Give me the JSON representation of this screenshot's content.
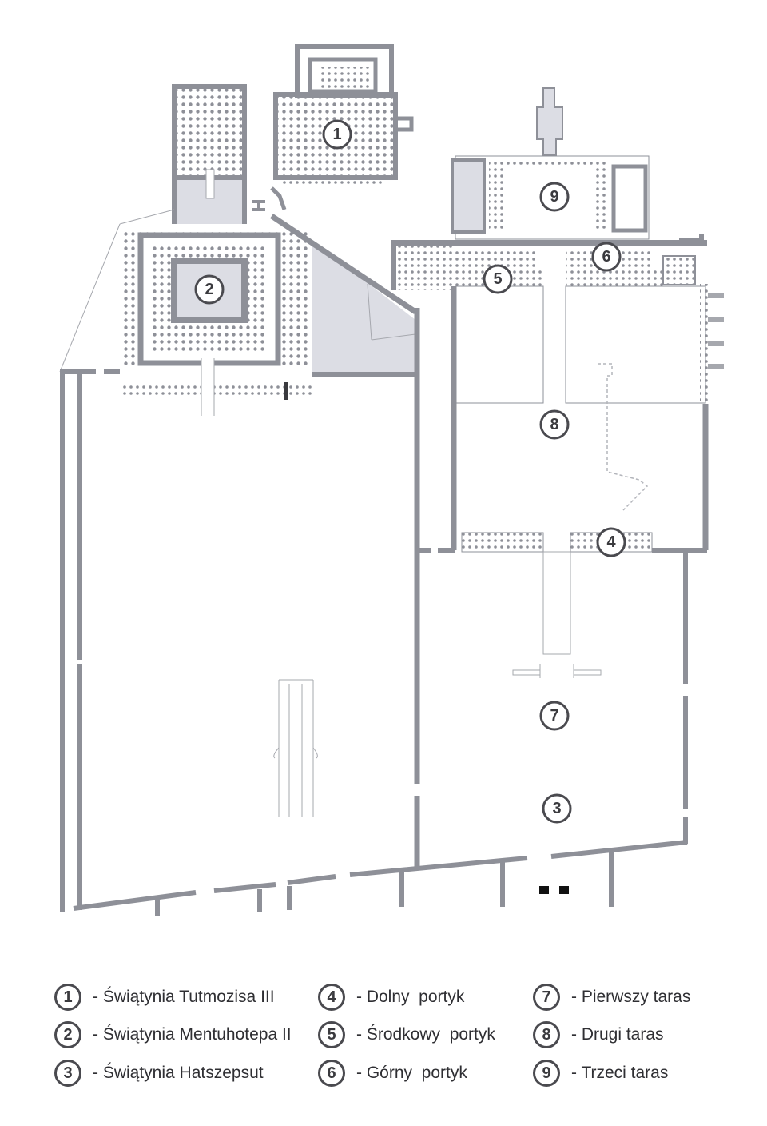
{
  "colors": {
    "wall": "#8e9098",
    "shade": "#dcdde4",
    "marker_stroke": "#4a4a4f",
    "text": "#2f2f33"
  },
  "markers": [
    {
      "id": "1",
      "label": "1"
    },
    {
      "id": "2",
      "label": "2"
    },
    {
      "id": "3",
      "label": "3"
    },
    {
      "id": "4",
      "label": "4"
    },
    {
      "id": "5",
      "label": "5"
    },
    {
      "id": "6",
      "label": "6"
    },
    {
      "id": "7",
      "label": "7"
    },
    {
      "id": "8",
      "label": "8"
    },
    {
      "id": "9",
      "label": "9"
    }
  ],
  "legend": [
    {
      "num": "1",
      "text": "- Świątynia Tutmozisa III"
    },
    {
      "num": "2",
      "text": "- Świątynia Mentuhotepa II"
    },
    {
      "num": "3",
      "text": "- Świątynia Hatszepsut"
    },
    {
      "num": "4",
      "text": "- Dolny  portyk"
    },
    {
      "num": "5",
      "text": "- Środkowy  portyk"
    },
    {
      "num": "6",
      "text": "- Górny  portyk"
    },
    {
      "num": "7",
      "text": "- Pierwszy taras"
    },
    {
      "num": "8",
      "text": "- Drugi taras"
    },
    {
      "num": "9",
      "text": "- Trzeci taras"
    }
  ]
}
